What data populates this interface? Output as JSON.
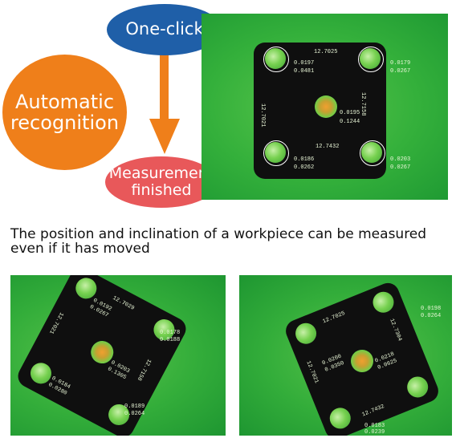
{
  "labels": {
    "one_click": "One-click",
    "automatic_recognition_line1": "Automatic",
    "automatic_recognition_line2": "recognition",
    "measurement_finished_line1": "Measurement",
    "measurement_finished_line2": "finished"
  },
  "caption": {
    "line1": "The position and inclination of a workpiece can be measured",
    "line2": "even if it has moved"
  },
  "main_photo": {
    "top_dim": "12.7025",
    "left_dim": "12.7021",
    "right_dim": "12.7158",
    "bottom_dim": "12.7432",
    "tl_x": "0.0197",
    "tl_y": "0.0481",
    "tr_x": "0.0179",
    "tr_y": "0.0267",
    "center_x": "0.0195",
    "center_y": "0.1244",
    "bl_x": "0.0186",
    "bl_y": "0.0262",
    "br_x": "0.0203",
    "br_y": "0.0267"
  },
  "left_photo": {
    "top_dim": "12.7029",
    "left_dim": "12.7021",
    "right_dim": "12.7158",
    "tl_x": "0.0192",
    "tl_y": "0.0267",
    "tr_x": "0.0178",
    "tr_y": "0.0188",
    "center_x": "0.0203",
    "center_y": "0.1305",
    "bl_x": "0.0184",
    "bl_y": "0.0280",
    "br_x": "0.0189",
    "br_y": "0.0264"
  },
  "right_photo": {
    "top_dim": "12.7025",
    "right_dim": "12.7304",
    "left_dim": "12.7021",
    "bottom_dim": "12.7432",
    "tl_x": "0.0200",
    "tl_y": "0.0350",
    "tr_x": "0.0198",
    "tr_y": "0.0264",
    "center_x": "0.0218",
    "center_y": "0.0625",
    "bl_x": "0.0183",
    "bl_y": "0.0239"
  },
  "colors": {
    "one_click_bubble": "#1f5fa8",
    "automatic_bubble": "#ef7f1a",
    "finished_bubble": "#e8585a",
    "arrow": "#ef7f1a",
    "background_green": "#34b03b",
    "plate": "#0f0f0f"
  }
}
